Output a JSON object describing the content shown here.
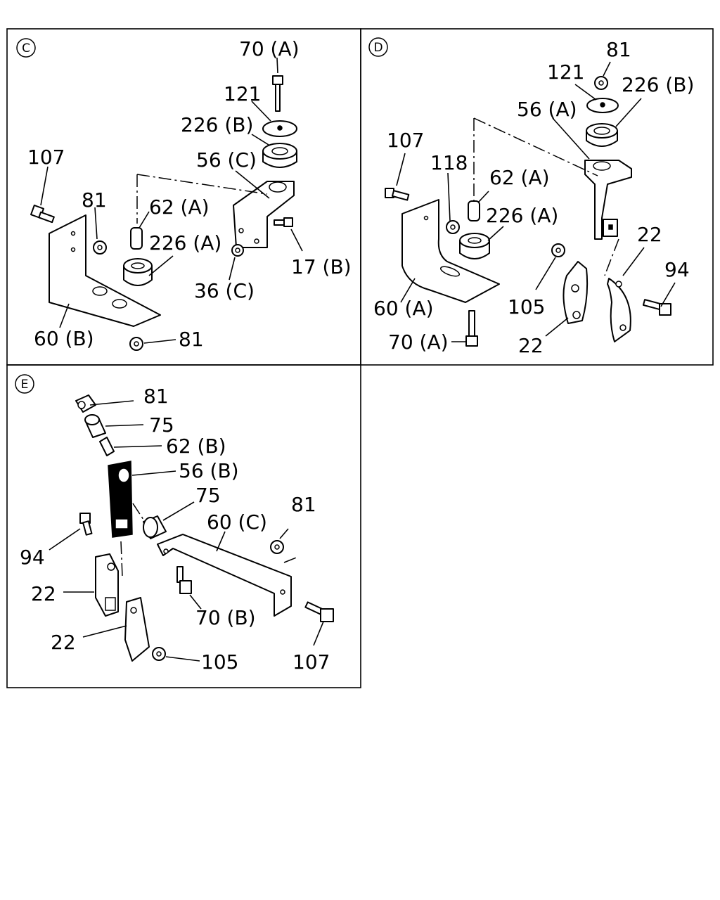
{
  "panels": [
    {
      "id": "C",
      "labels": [
        "70 (A)",
        "121",
        "226 (B)",
        "56 (C)",
        "107",
        "81",
        "62 (A)",
        "226 (A)",
        "17 (B)",
        "36 (C)",
        "60 (B)",
        "81"
      ]
    },
    {
      "id": "D",
      "labels": [
        "81",
        "121",
        "226 (B)",
        "56 (A)",
        "107",
        "118",
        "62 (A)",
        "226 (A)",
        "22",
        "94",
        "105",
        "60 (A)",
        "70 (A)",
        "22"
      ]
    },
    {
      "id": "E",
      "labels": [
        "81",
        "75",
        "62 (B)",
        "56 (B)",
        "75",
        "81",
        "60 (C)",
        "94",
        "22",
        "22",
        "70 (B)",
        "105",
        "107"
      ]
    }
  ]
}
